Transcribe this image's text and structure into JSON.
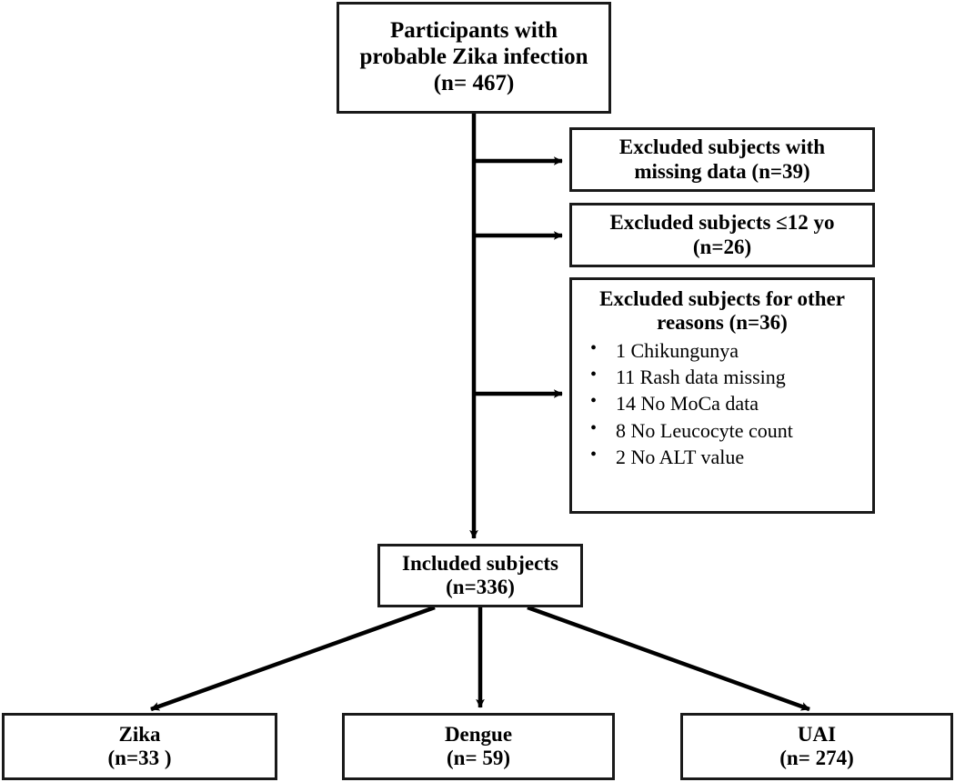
{
  "diagram": {
    "type": "study-participant-flowchart",
    "title_text": "",
    "line_color": "#1a1a1a",
    "box_fill": "#ffffff"
  },
  "nodes": {
    "root": {
      "label": "Participants with\nprobable Zika infection\n(n= 467)",
      "count": 467
    },
    "excluded_missing": {
      "label": "Excluded subjects with\nmissing data (n=39)",
      "count": 39
    },
    "excluded_age": {
      "label": "Excluded subjects ≤12 yo\n(n=26)",
      "count": 26
    },
    "excluded_other": {
      "label": "Excluded subjects for other\nreasons (n=36)",
      "count": 36,
      "reasons": [
        "1 Chikungunya",
        "11 Rash data missing",
        "14 No MoCa data",
        "8 No Leucocyte count",
        "2 No ALT value"
      ]
    },
    "included": {
      "label": "Included subjects\n(n=336)",
      "count": 336
    },
    "zika": {
      "label": "Zika\n(n=33 )",
      "count": 33
    },
    "dengue": {
      "label": "Dengue\n(n= 59)",
      "count": 59
    },
    "uai": {
      "label": "UAI\n(n= 274)",
      "count": 274
    }
  }
}
